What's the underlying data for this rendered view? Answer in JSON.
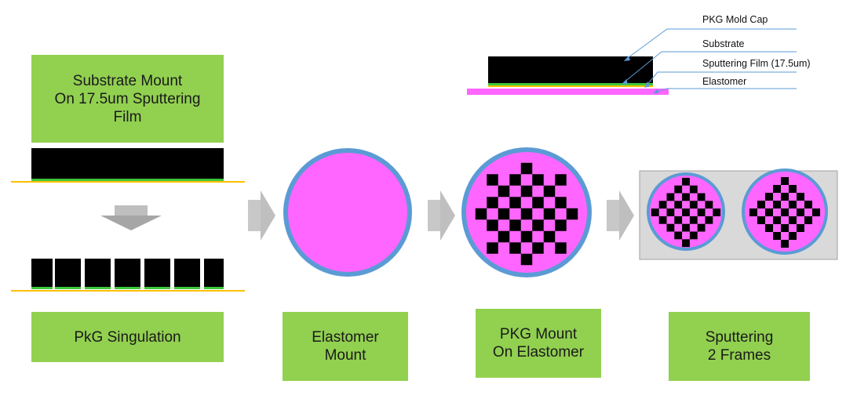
{
  "steps": {
    "substrate_mount": {
      "line1": "Substrate Mount",
      "line2": "On 17.5um Sputtering",
      "line3": "Film"
    },
    "singulation": {
      "label": "PkG Singulation"
    },
    "elastomer_mount": {
      "line1": "Elastomer",
      "line2": "Mount"
    },
    "pkg_mount": {
      "line1": "PKG Mount",
      "line2": "On Elastomer"
    },
    "sputtering": {
      "line1": "Sputtering",
      "line2": "2 Frames"
    }
  },
  "legend": {
    "mold_cap": "PKG Mold Cap",
    "substrate": "Substrate",
    "film": "Sputtering Film (17.5um)",
    "elastomer": "Elastomer"
  },
  "colors": {
    "step_box": "#92d050",
    "mold": "#000000",
    "film": "#3cc83c",
    "tape": "#ffc000",
    "elastomer": "#ff66ff",
    "ring": "#5b9bd5",
    "arrow": "#bfbfbf",
    "frame": "#d9d9d9"
  }
}
